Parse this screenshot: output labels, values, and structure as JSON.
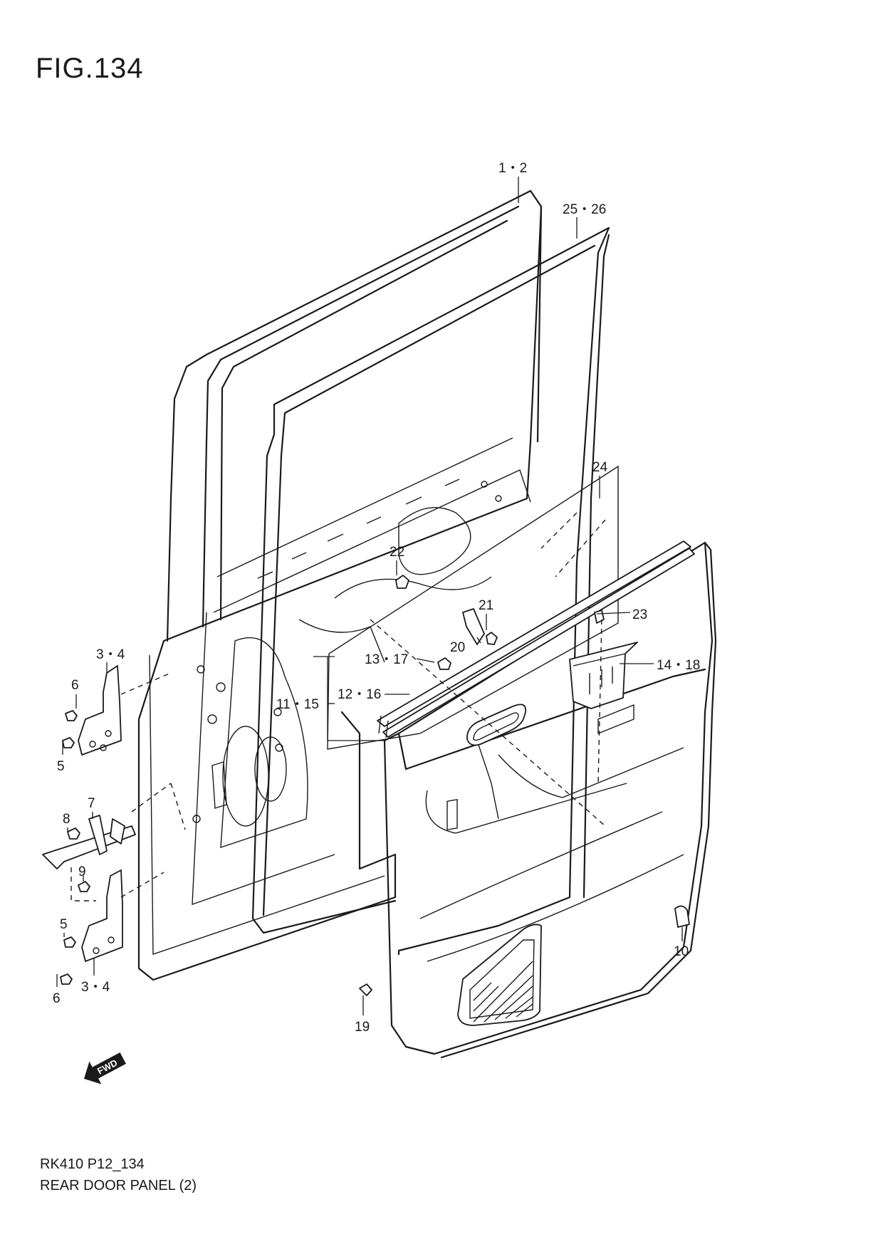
{
  "figure": {
    "title": "FIG.134"
  },
  "footer": {
    "model_code": "RK410 P12_134",
    "diagram_name": "REAR DOOR PANEL (2)"
  },
  "fwd_marker": {
    "label": "FWD",
    "icon": "fwd-arrow-icon"
  },
  "callouts": [
    {
      "id": "c-1-2",
      "label": "1・2"
    },
    {
      "id": "c-25-26",
      "label": "25・26"
    },
    {
      "id": "c-24",
      "label": "24"
    },
    {
      "id": "c-22",
      "label": "22"
    },
    {
      "id": "c-21",
      "label": "21"
    },
    {
      "id": "c-23",
      "label": "23"
    },
    {
      "id": "c-20",
      "label": "20"
    },
    {
      "id": "c-13-17",
      "label": "13・17"
    },
    {
      "id": "c-14-18",
      "label": "14・18"
    },
    {
      "id": "c-11-15",
      "label": "11・15"
    },
    {
      "id": "c-12-16",
      "label": "12・16"
    },
    {
      "id": "c-3-4-top",
      "label": "3・4"
    },
    {
      "id": "c-6-top",
      "label": "6"
    },
    {
      "id": "c-5-top",
      "label": "5"
    },
    {
      "id": "c-7",
      "label": "7"
    },
    {
      "id": "c-8",
      "label": "8"
    },
    {
      "id": "c-9",
      "label": "9"
    },
    {
      "id": "c-5-bottom",
      "label": "5"
    },
    {
      "id": "c-6-bottom",
      "label": "6"
    },
    {
      "id": "c-3-4-bottom",
      "label": "3・4"
    },
    {
      "id": "c-10",
      "label": "10"
    },
    {
      "id": "c-19",
      "label": "19"
    }
  ]
}
